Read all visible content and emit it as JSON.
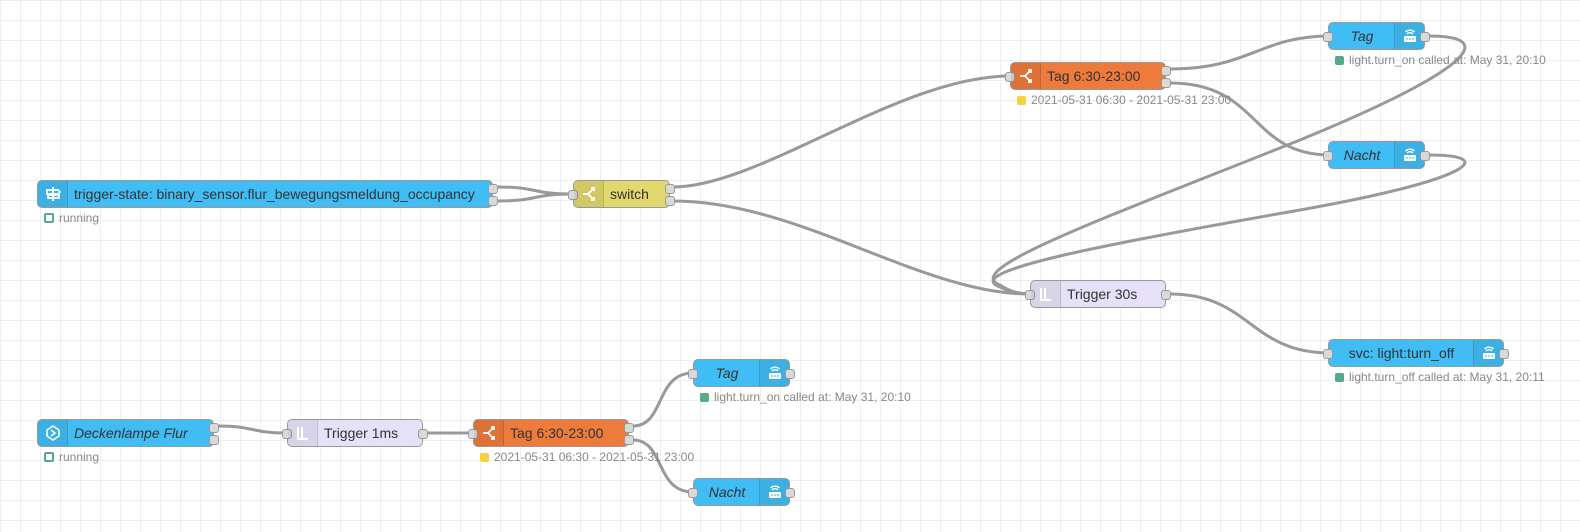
{
  "colors": {
    "ha_blue": "#41bdf5",
    "switch_yellow": "#e2d96e",
    "time_orange": "#ee7a3b",
    "trigger_lavender": "#e6e0f8",
    "wire": "#999999",
    "status_green": "#55aa88",
    "status_yellow": "#f7d13d"
  },
  "nodes": {
    "trigger_state": {
      "label": "trigger-state: binary_sensor.flur_bewegungsmeldung_occupancy",
      "icon": "trigger-state-icon",
      "status": "running"
    },
    "switch": {
      "label": "switch",
      "icon": "switch-icon"
    },
    "time_top": {
      "label": "Tag 6:30-23:00",
      "icon": "time-range-switch-icon",
      "status": "2021-05-31 06:30 - 2021-05-31 23:00"
    },
    "tag_top": {
      "label": "Tag",
      "icon": "call-service-icon",
      "status": "light.turn_on called at: May 31, 20:10"
    },
    "nacht_top": {
      "label": "Nacht",
      "icon": "call-service-icon"
    },
    "trigger_30s": {
      "label": "Trigger 30s",
      "icon": "trigger-icon"
    },
    "svc_off": {
      "label": "svc: light:turn_off",
      "icon": "call-service-icon",
      "status": "light.turn_off called at: May 31, 20:11"
    },
    "deckenlampe": {
      "label": "Deckenlampe Flur",
      "icon": "entity-icon",
      "status": "running"
    },
    "trigger_1ms": {
      "label": "Trigger 1ms",
      "icon": "trigger-icon"
    },
    "time_bottom": {
      "label": "Tag 6:30-23:00",
      "icon": "time-range-switch-icon",
      "status": "2021-05-31 06:30 - 2021-05-31 23:00"
    },
    "tag_bottom": {
      "label": "Tag",
      "icon": "call-service-icon",
      "status": "light.turn_on called at: May 31, 20:10"
    },
    "nacht_bottom": {
      "label": "Nacht",
      "icon": "call-service-icon"
    }
  }
}
